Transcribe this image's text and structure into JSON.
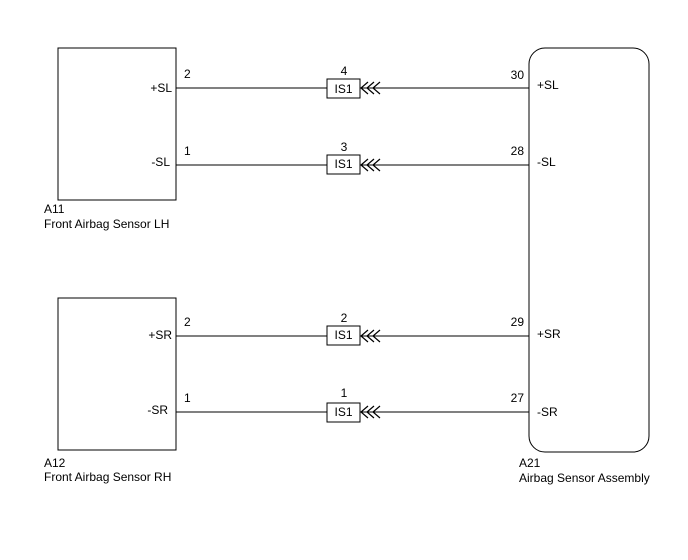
{
  "components": {
    "left_top": {
      "code": "A11",
      "name": "Front Airbag Sensor LH",
      "pin_top_label": "+SL",
      "pin_top_num": "2",
      "pin_bot_label": "-SL",
      "pin_bot_num": "1"
    },
    "left_bottom": {
      "code": "A12",
      "name": "Front Airbag Sensor RH",
      "pin_top_label": "+SR",
      "pin_top_num": "2",
      "pin_bot_label": "-SR",
      "pin_bot_num": "1"
    },
    "right": {
      "code": "A21",
      "name": "Airbag Sensor Assembly",
      "pins": [
        {
          "num": "30",
          "label": "+SL"
        },
        {
          "num": "28",
          "label": "-SL"
        },
        {
          "num": "29",
          "label": "+SR"
        },
        {
          "num": "27",
          "label": "-SR"
        }
      ]
    }
  },
  "connectors": [
    {
      "pin": "4",
      "label": "IS1"
    },
    {
      "pin": "3",
      "label": "IS1"
    },
    {
      "pin": "2",
      "label": "IS1"
    },
    {
      "pin": "1",
      "label": "IS1"
    }
  ]
}
